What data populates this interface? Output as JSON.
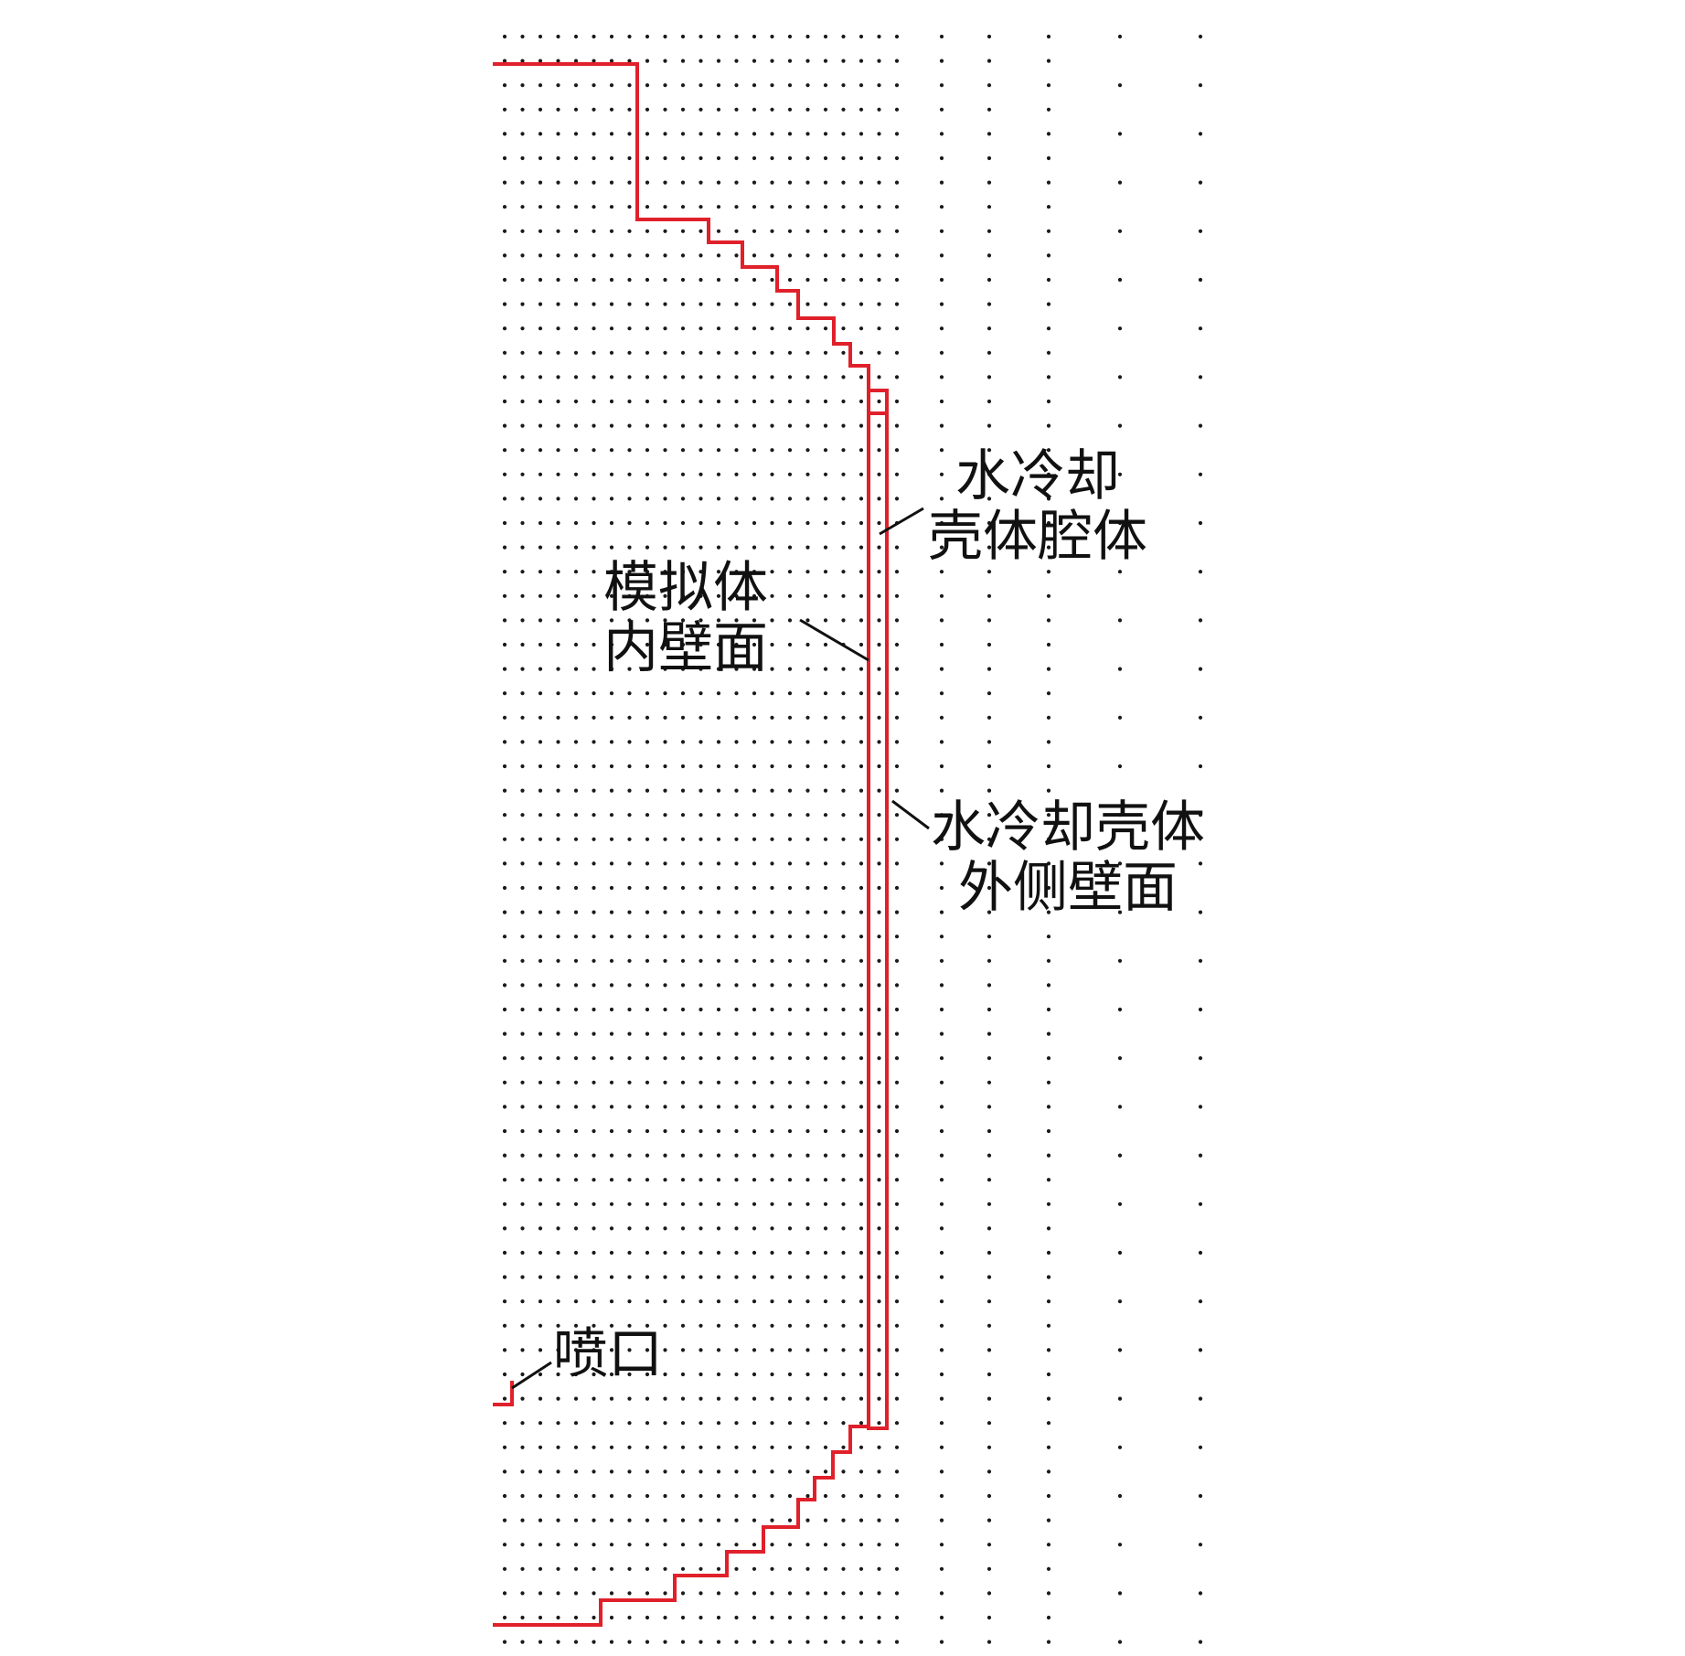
{
  "labels": {
    "cooling_cavity": {
      "line1": "水冷却",
      "line2": "壳体腔体"
    },
    "inner_wall": {
      "line1": "模拟体",
      "line2": "内壁面"
    },
    "outer_wall": {
      "line1": "水冷却壳体",
      "line2": "外侧壁面"
    },
    "nozzle": "喷口"
  },
  "colors": {
    "wall_line": "#e0202a",
    "grid_dot": "#1a1a1a",
    "leader_line": "#111111",
    "label_text": "#111111"
  }
}
